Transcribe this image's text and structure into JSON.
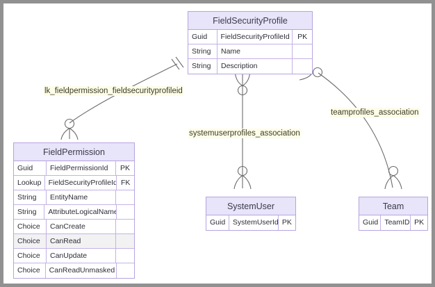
{
  "diagram": {
    "type": "er-diagram",
    "canvas_background": "#ffffff",
    "border_color": "#919191",
    "entity_header_fill": "#e8e4f9",
    "entity_border_color": "#b7a3e0",
    "connector_color": "#6b6b6b",
    "highlight_row_fill": "#f2f2f2"
  },
  "entities": [
    {
      "id": "fieldsecurityprofile",
      "title": "FieldSecurityProfile",
      "attributes": [
        {
          "type": "Guid",
          "name": "FieldSecurityProfileId",
          "key": "PK"
        },
        {
          "type": "String",
          "name": "Name",
          "key": ""
        },
        {
          "type": "String",
          "name": "Description",
          "key": ""
        }
      ]
    },
    {
      "id": "fieldpermission",
      "title": "FieldPermission",
      "attributes": [
        {
          "type": "Guid",
          "name": "FieldPermissionId",
          "key": "PK",
          "highlight": false
        },
        {
          "type": "Lookup",
          "name": "FieldSecurityProfileId",
          "key": "FK",
          "highlight": false
        },
        {
          "type": "String",
          "name": "EntityName",
          "key": "",
          "highlight": false
        },
        {
          "type": "String",
          "name": "AttributeLogicalName",
          "key": "",
          "highlight": false
        },
        {
          "type": "Choice",
          "name": "CanCreate",
          "key": "",
          "highlight": false
        },
        {
          "type": "Choice",
          "name": "CanRead",
          "key": "",
          "highlight": true
        },
        {
          "type": "Choice",
          "name": "CanUpdate",
          "key": "",
          "highlight": false
        },
        {
          "type": "Choice",
          "name": "CanReadUnmasked",
          "key": "",
          "highlight": false
        }
      ]
    },
    {
      "id": "systemuser",
      "title": "SystemUser",
      "attributes": [
        {
          "type": "Guid",
          "name": "SystemUserId",
          "key": "PK"
        }
      ]
    },
    {
      "id": "team",
      "title": "Team",
      "attributes": [
        {
          "type": "Guid",
          "name": "TeamID",
          "key": "PK"
        }
      ]
    }
  ],
  "relationships": [
    {
      "id": "lk_fieldpermission_fieldsecurityprofileid",
      "label": "lk_fieldpermission_fieldsecurityprofileid",
      "from": "fieldsecurityprofile",
      "to": "fieldpermission",
      "from_cardinality": "one-and-only-one",
      "to_cardinality": "zero-or-many"
    },
    {
      "id": "systemuserprofiles_association",
      "label": "systemuserprofiles_association",
      "from": "fieldsecurityprofile",
      "to": "systemuser",
      "from_cardinality": "zero-or-many",
      "to_cardinality": "zero-or-many"
    },
    {
      "id": "teamprofiles_association",
      "label": "teamprofiles_association",
      "from": "fieldsecurityprofile",
      "to": "team",
      "from_cardinality": "zero-or-many",
      "to_cardinality": "zero-or-many"
    }
  ]
}
